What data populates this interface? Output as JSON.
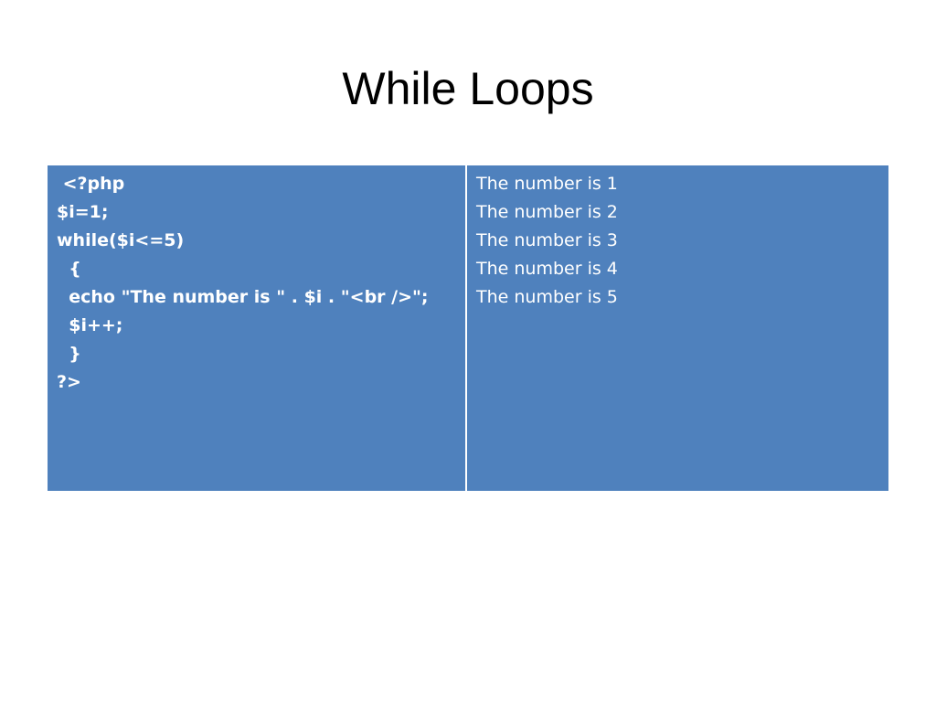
{
  "slide": {
    "title": "While Loops"
  },
  "code_cell": {
    "lines": [
      " <?php",
      "$i=1;",
      "while($i<=5)",
      "  {",
      "  echo \"The number is \" . $i . \"<br />\";",
      "  $i++;",
      "  }",
      "?>"
    ]
  },
  "output_cell": {
    "lines": [
      "The number is 1",
      "The number is 2",
      "The number is 3",
      "The number is 4",
      "The number is 5"
    ]
  },
  "colors": {
    "cell_background": "#4f81bd",
    "cell_text": "#ffffff",
    "title_text": "#000000"
  }
}
